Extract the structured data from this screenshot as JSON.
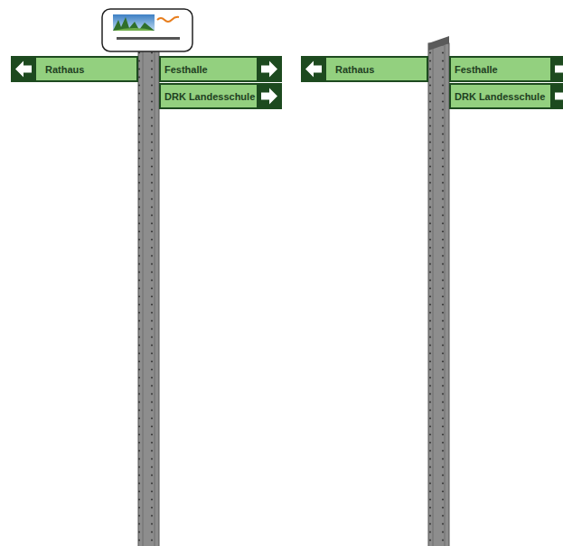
{
  "diagram": {
    "nodes": [
      {
        "text": [
          "Rathaus"
        ]
      },
      {
        "text": [
          "Festhalle"
        ]
      },
      {
        "text": [
          "DRK Landesschule"
        ]
      },
      {
        "text": [
          "Rathaus"
        ]
      },
      {
        "text": [
          "Festhalle"
        ]
      },
      {
        "text": [
          "DRK Landesschule"
        ]
      }
    ]
  }
}
